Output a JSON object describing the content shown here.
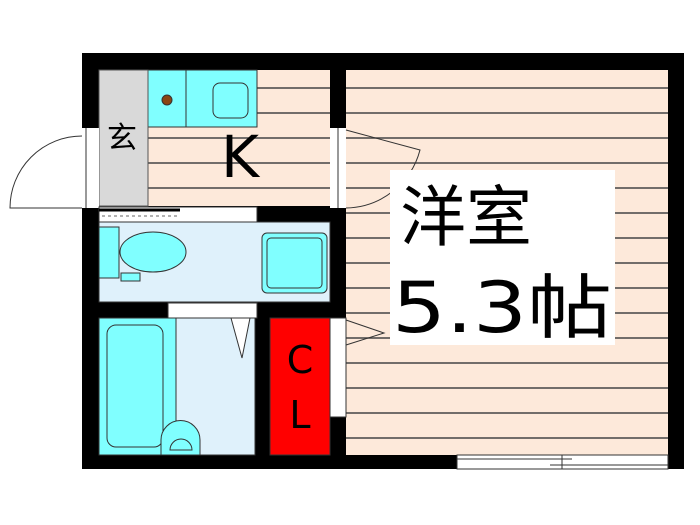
{
  "plan": {
    "entrance_label": "玄",
    "kitchen_label": "K",
    "closet_label_top": "C",
    "closet_label_bottom": "L",
    "room_label": "洋室",
    "room_size": "5.3帖"
  },
  "colors": {
    "wall": "#000000",
    "floor_wood": "#fde9da",
    "entrance": "#d9d9d9",
    "fixture": "#80ffff",
    "wet_area": "#dff1fb",
    "closet": "#ff0000",
    "stove_dot": "#8b4513"
  }
}
